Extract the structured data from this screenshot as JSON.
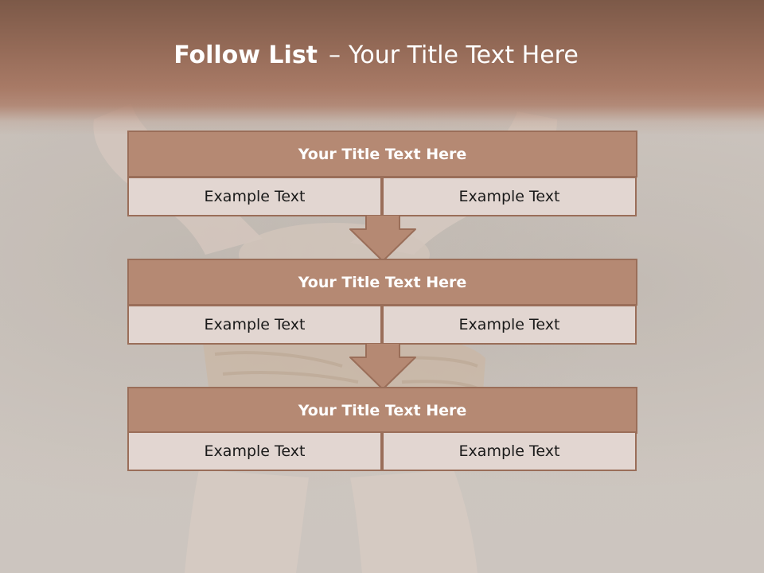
{
  "slide": {
    "title_main": "Follow List",
    "title_separator": "–",
    "title_sub": "Your Title Text Here"
  },
  "blocks": [
    {
      "title": "Your Title Text Here",
      "left_text": "Example Text",
      "right_text": "Example Text"
    },
    {
      "title": "Your Title Text Here",
      "left_text": "Example Text",
      "right_text": "Example Text"
    },
    {
      "title": "Your Title Text Here",
      "left_text": "Example Text",
      "right_text": "Example Text"
    }
  ],
  "colors": {
    "header_band": "#8b5f4b",
    "block_header_fill": "#b58973",
    "block_border": "#9a6e59",
    "cell_fill": "#e2d6d1",
    "arrow_fill": "#b58973",
    "title_text": "#ffffff",
    "cell_text": "#1a1a1a"
  },
  "icons": {
    "connector": "down-arrow-icon"
  }
}
